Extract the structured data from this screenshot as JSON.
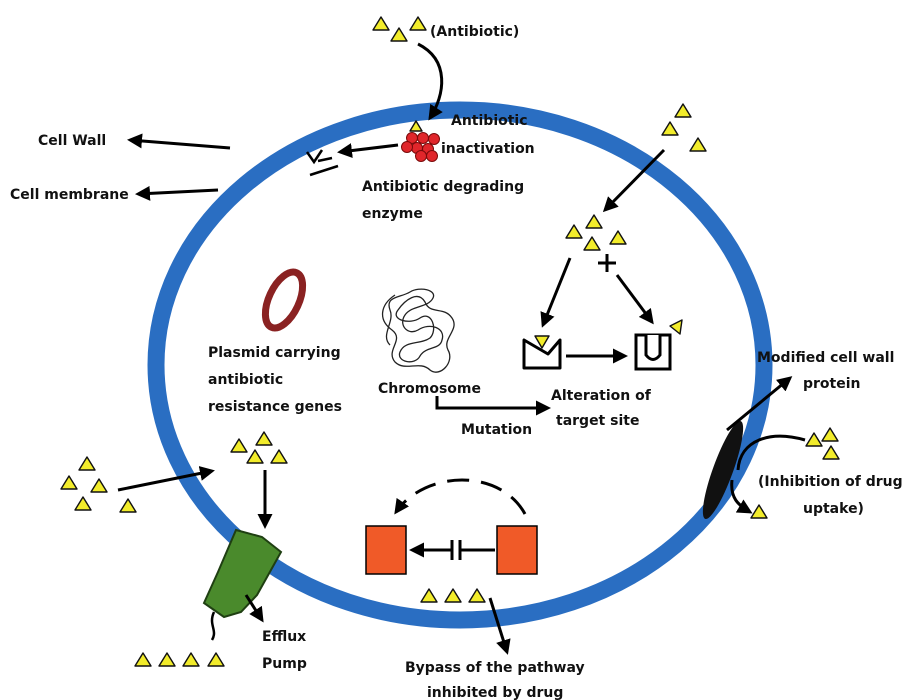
{
  "labels": {
    "antibiotic": "(Antibiotic)",
    "cell_wall": "Cell Wall",
    "cell_membrane": "Cell membrane",
    "antibiotic_inactivation_1": "Antibiotic",
    "antibiotic_inactivation_2": "inactivation",
    "degrading_enzyme_1": "Antibiotic degrading",
    "degrading_enzyme_2": "enzyme",
    "plasmid_1": "Plasmid carrying",
    "plasmid_2": "antibiotic",
    "plasmid_3": "resistance genes",
    "chromosome": "Chromosome",
    "mutation": "Mutation",
    "alteration_1": "Alteration of",
    "alteration_2": "target site",
    "modified_wall_1": "Modified cell wall",
    "modified_wall_2": "protein",
    "inhibition_1": "(Inhibition of drug",
    "inhibition_2": "uptake)",
    "efflux_1": "Efflux",
    "efflux_2": "Pump",
    "bypass_1": "Bypass of the pathway",
    "bypass_2": "inhibited by drug"
  },
  "colors": {
    "cell_ring": "#2a6ec2",
    "antibiotic": "#f2ec2b",
    "enzyme_balls": "#e0262b",
    "plasmid": "#8a2222",
    "efflux_pump": "#4a8a2c",
    "bypass_boxes": "#f05a28",
    "modified_protein": "#111111"
  }
}
